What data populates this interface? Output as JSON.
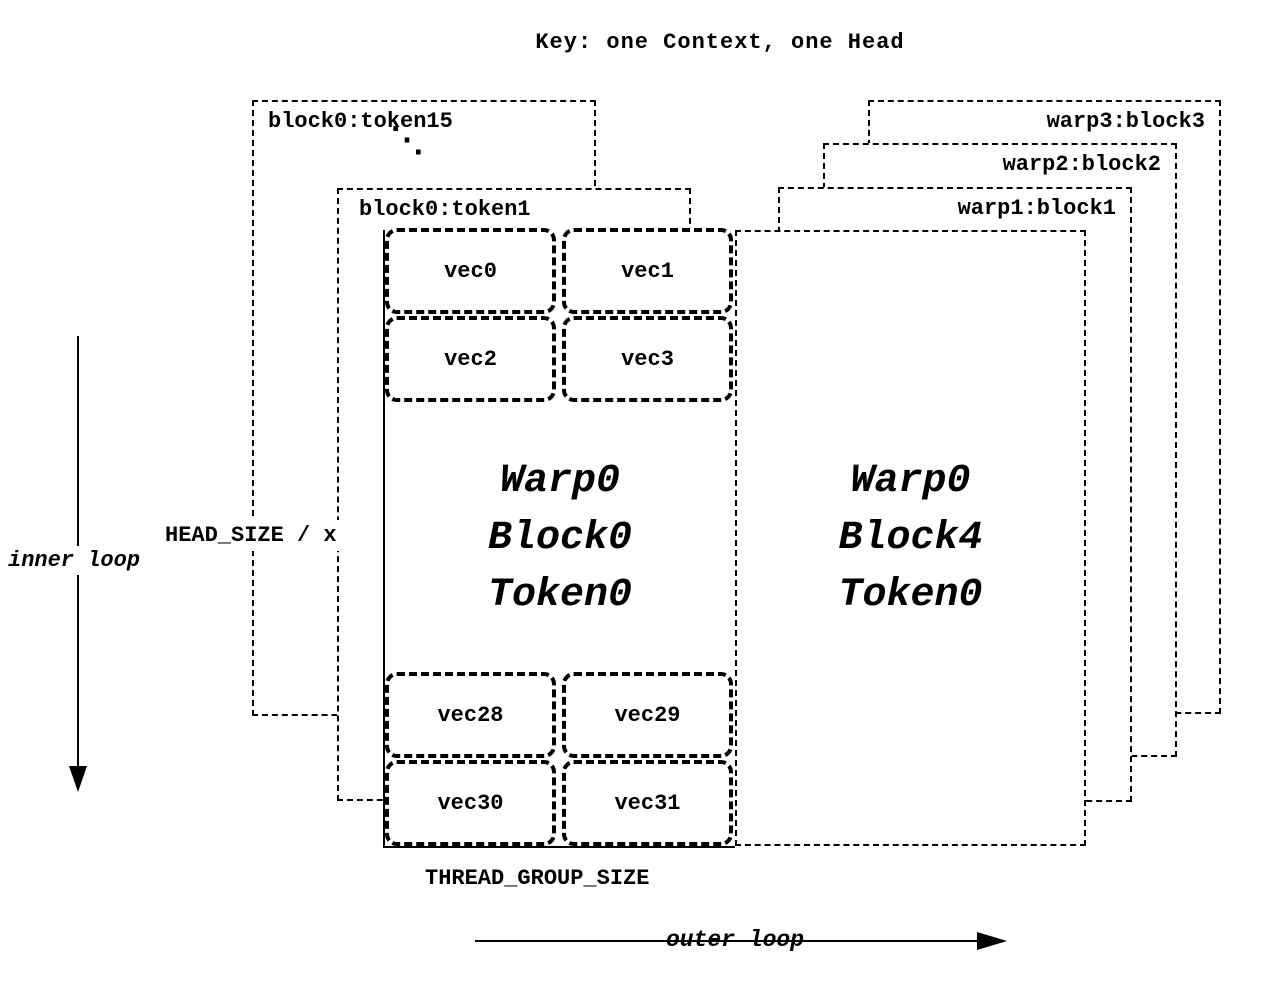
{
  "title": "Key: one Context, one Head",
  "back_layers": {
    "token15": "block0:token15",
    "token1": "block0:token1",
    "dots": "⋱",
    "warp3": "warp3:block3",
    "warp2": "warp2:block2",
    "warp1": "warp1:block1"
  },
  "front_left": {
    "top_vecs": [
      "vec0",
      "vec1",
      "vec2",
      "vec3"
    ],
    "label_lines": [
      "Warp0",
      "Block0",
      "Token0"
    ],
    "bottom_vecs": [
      "vec28",
      "vec29",
      "vec30",
      "vec31"
    ]
  },
  "front_right": {
    "label_lines": [
      "Warp0",
      "Block4",
      "Token0"
    ]
  },
  "annotations": {
    "inner_loop": "inner loop",
    "outer_loop": "outer loop",
    "head_size": "HEAD_SIZE / x",
    "thread_group_size": "THREAD_GROUP_SIZE"
  },
  "colors": {
    "line": "#000000",
    "background": "#ffffff"
  }
}
